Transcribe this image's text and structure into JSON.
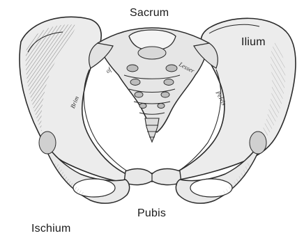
{
  "labels": {
    "sacrum": "Sacrum",
    "ilium": "Ilium",
    "pubis": "Pubis",
    "ischium": "Ischium"
  },
  "engraved_text": {
    "brim_left": "Brim",
    "brim_right": "Pelvis",
    "lesser": "Lesser",
    "of": "of"
  },
  "colors": {
    "bone_fill": "#ebebeb",
    "bone_shadow": "#8a8a8a",
    "ink": "#2a2a2a"
  }
}
